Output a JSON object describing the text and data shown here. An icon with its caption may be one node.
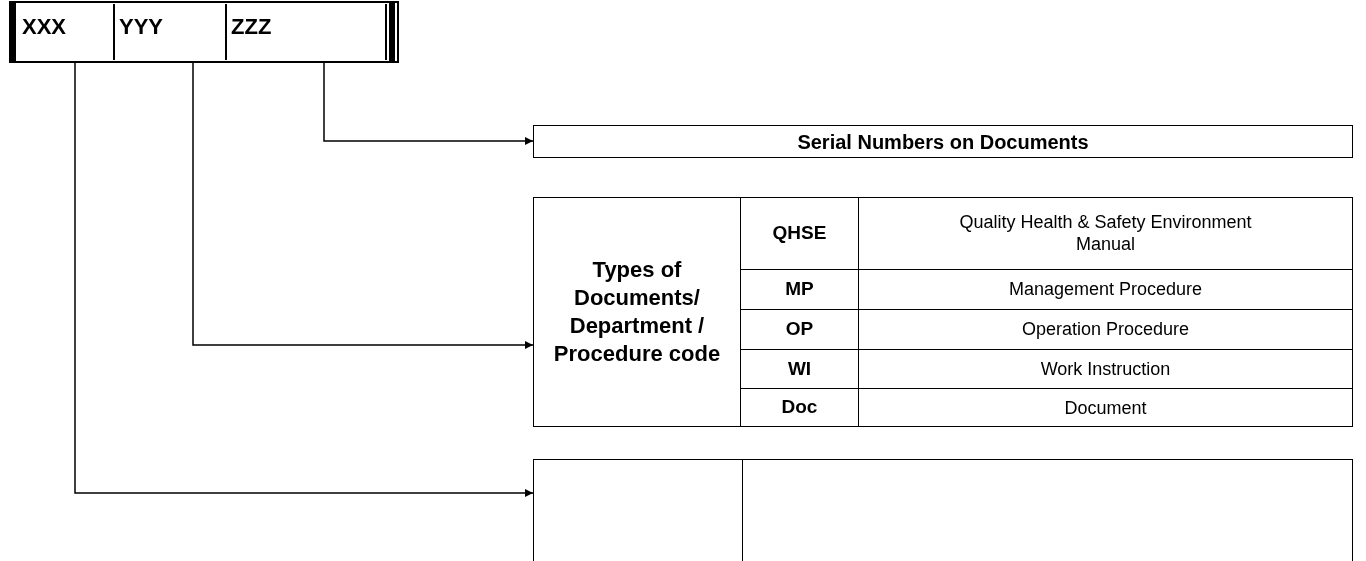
{
  "diagram": {
    "nodes": [
      {
        "text": [
          "XXX"
        ]
      },
      {
        "text": [
          "YYY"
        ]
      },
      {
        "text": [
          "ZZZ"
        ]
      },
      {
        "text": [
          "Serial Numbers on Documents"
        ]
      },
      {
        "text": [
          "Types of Documents/ Department / Procedure code",
          "QHSE",
          "Quality Health & Safety Environment Manual",
          "MP",
          "Management Procedure",
          "OP",
          "Operation Procedure",
          "WI",
          "Work Instruction",
          "Doc",
          "Document"
        ]
      },
      {
        "text": [],
        "shape": "box"
      }
    ],
    "edges": [
      {
        "from": 2,
        "to": 3,
        "arrow": "to"
      },
      {
        "from": 1,
        "to": 4,
        "arrow": "to"
      },
      {
        "from": 0,
        "to": 5,
        "arrow": "to"
      }
    ]
  }
}
